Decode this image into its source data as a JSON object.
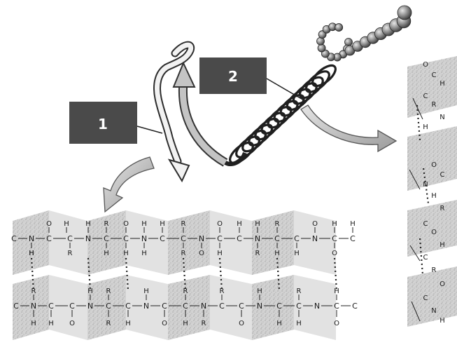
{
  "labels": {
    "label_1": "1",
    "label_2": "2"
  },
  "atoms": {
    "C": "C",
    "N": "N",
    "O": "O",
    "H": "H",
    "R": "R"
  },
  "colors": {
    "label_box": "#4a4a4a",
    "band": "#c9c9c9",
    "bond": "#222222",
    "arrow_fill": "#bdbdbd",
    "arrow_stroke": "#555555",
    "helix": "#2a2a2a",
    "bead": "#6e6e6e"
  },
  "icons": {
    "arrow_to_sheet": "curved-arrow",
    "arrow_to_helix": "curved-arrow",
    "double_arrow": "curved-double-arrow"
  }
}
